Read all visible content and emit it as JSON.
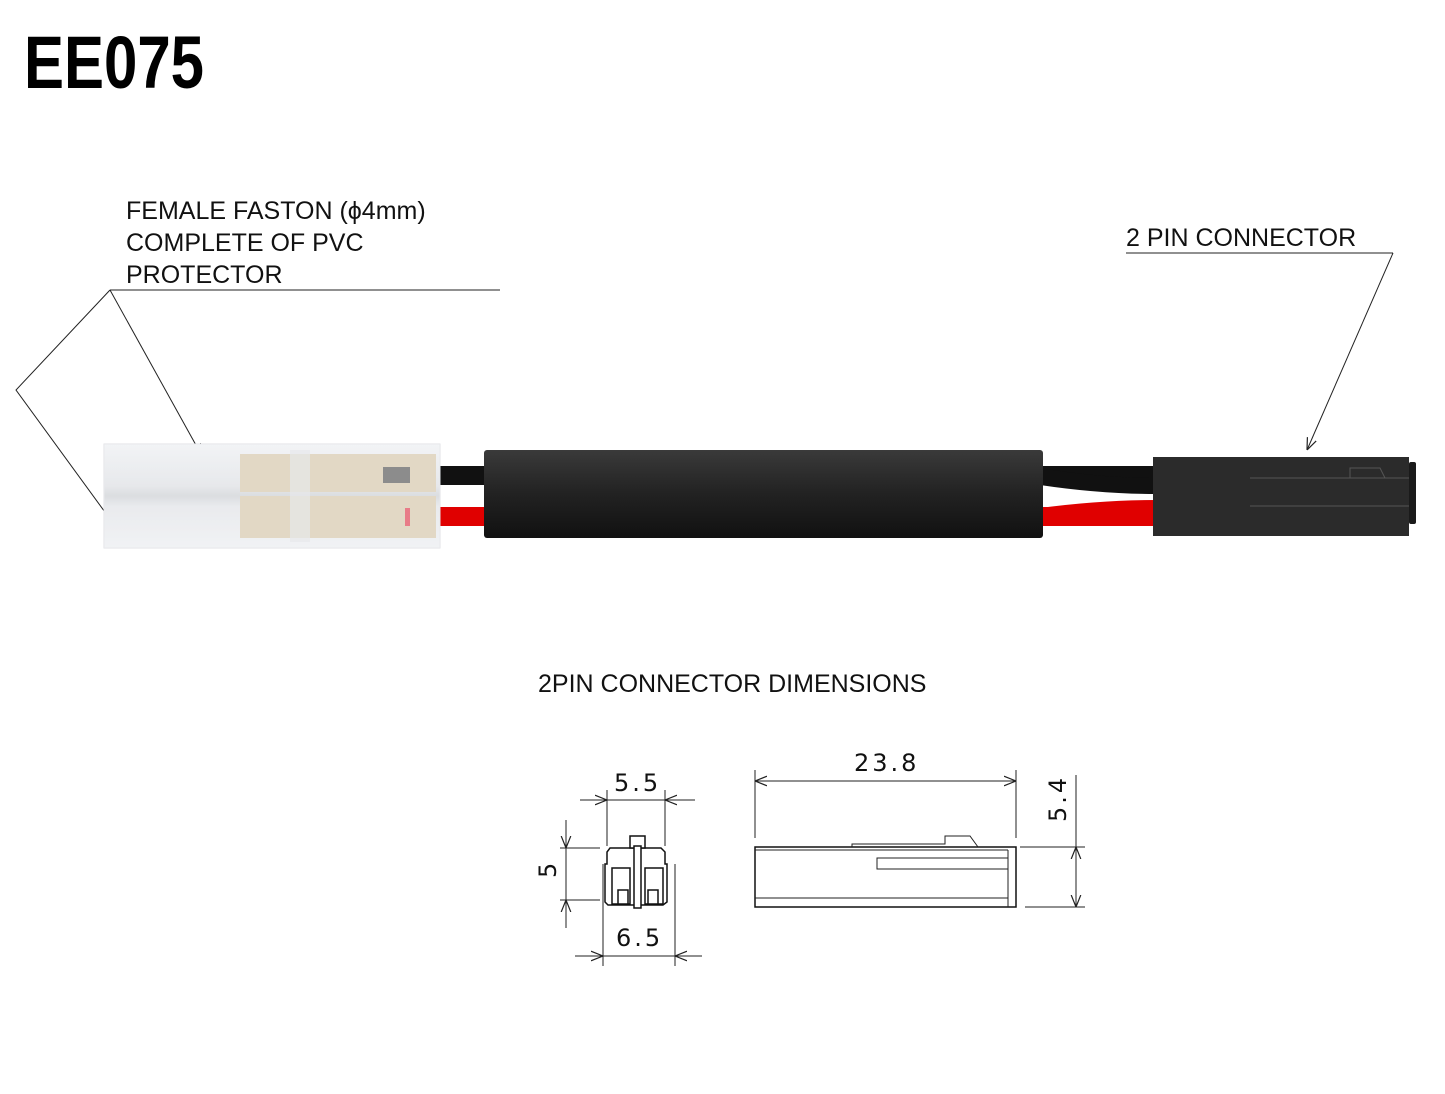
{
  "title": "EE075",
  "callouts": {
    "faston": {
      "line1": "FEMALE FASTON (ϕ4mm)",
      "line2": "COMPLETE OF PVC",
      "line3": "PROTECTOR"
    },
    "connector": "2 PIN CONNECTOR"
  },
  "dimensions": {
    "heading": "2PIN CONNECTOR  DIMENSIONS",
    "front_top_width": "5.5",
    "front_height": "5",
    "front_bottom_width": "6.5",
    "side_length": "23.8",
    "side_height": "5.4"
  },
  "colors": {
    "wire_black": "#111111",
    "wire_red": "#e00000",
    "heatshrink": "#2a2a2a",
    "connector_body": "#2b2b2b",
    "tube": "#e4e6ea",
    "terminal": "#d8cbb2"
  }
}
